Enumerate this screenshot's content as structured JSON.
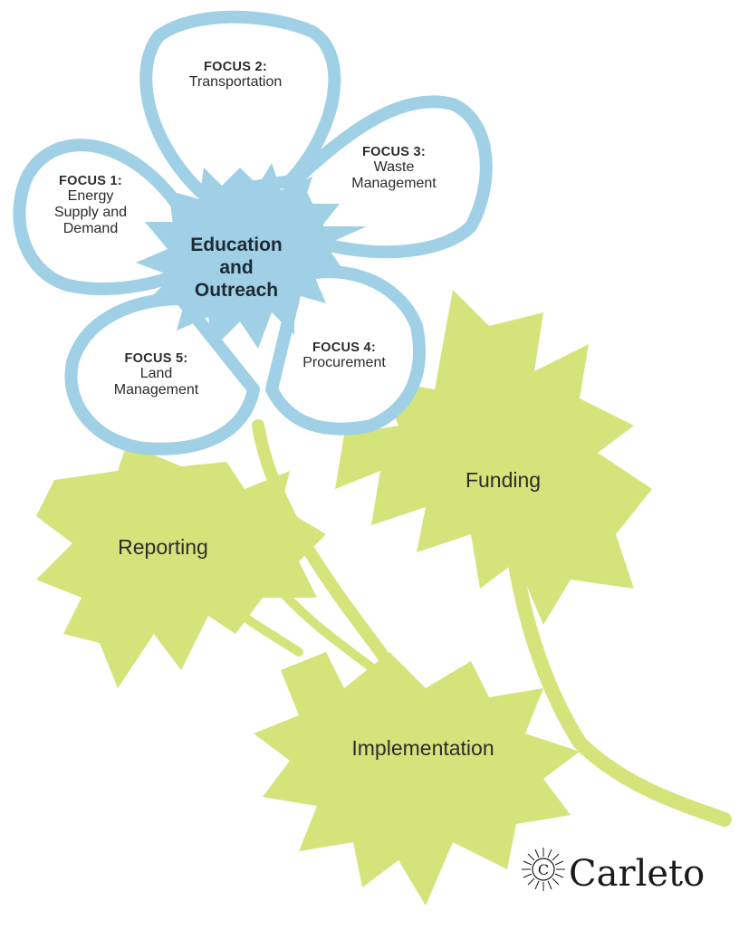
{
  "center": {
    "line1": "Education",
    "line2": "and",
    "line3": "Outreach"
  },
  "focus": [
    {
      "head": "FOCUS 1:",
      "lines": [
        "Energy",
        "Supply and",
        "Demand"
      ]
    },
    {
      "head": "FOCUS 2:",
      "lines": [
        "Transportation"
      ]
    },
    {
      "head": "FOCUS 3:",
      "lines": [
        "Waste",
        "Management"
      ]
    },
    {
      "head": "FOCUS 4:",
      "lines": [
        "Procurement"
      ]
    },
    {
      "head": "FOCUS 5:",
      "lines": [
        "Land",
        "Management"
      ]
    }
  ],
  "leaves": {
    "funding": "Funding",
    "reporting": "Reporting",
    "implementation": "Implementation"
  },
  "logo": {
    "mark": "C",
    "text": "Carleto"
  },
  "colors": {
    "petal_outline": "#9fd0e6",
    "petal_fill": "#ffffff",
    "center": "#9fd0e6",
    "leaf": "#d4e37a",
    "stem": "#d4e37a"
  }
}
